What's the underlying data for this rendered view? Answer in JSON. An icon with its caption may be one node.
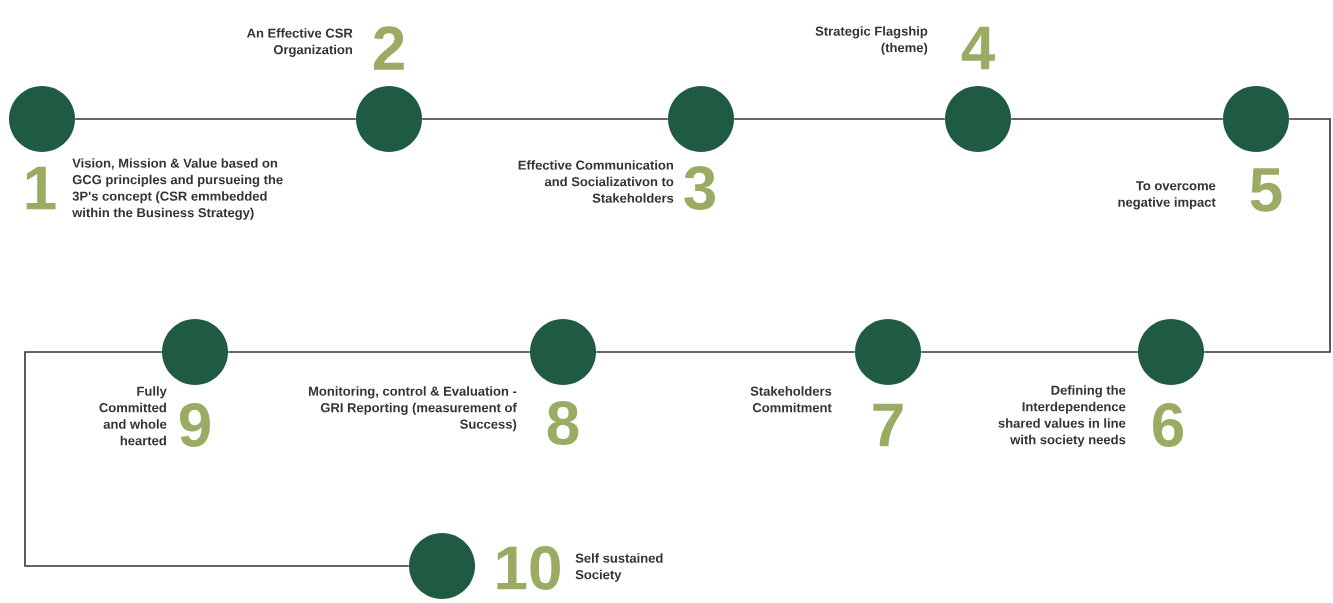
{
  "diagram": {
    "nodes": [
      {
        "text": [],
        "shape": "circle",
        "beside": [
          "1",
          "Vision, Mission & Value based on GCG principles and pursueing the 3P's concept (CSR emmbedded within the Business Strategy)"
        ]
      },
      {
        "text": [],
        "shape": "circle",
        "beside": [
          "2",
          "An Effective CSR Organization"
        ]
      },
      {
        "text": [],
        "shape": "circle",
        "beside": [
          "3",
          "Effective Communication and Socializativon to Stakeholders"
        ]
      },
      {
        "text": [],
        "shape": "circle",
        "beside": [
          "4",
          "Strategic Flagship (theme)"
        ]
      },
      {
        "text": [],
        "shape": "circle",
        "beside": [
          "5",
          "To overcome negative impact"
        ]
      },
      {
        "text": [],
        "shape": "circle",
        "beside": [
          "6",
          "Defining the Interdependence shared values in line with society needs"
        ]
      },
      {
        "text": [],
        "shape": "circle",
        "beside": [
          "7",
          "Stakeholders Commitment"
        ]
      },
      {
        "text": [],
        "shape": "circle",
        "beside": [
          "8",
          "Monitoring, control & Evaluation - GRI Reporting (measurement of Success)"
        ]
      },
      {
        "text": [],
        "shape": "circle",
        "beside": [
          "9",
          "Fully Committed and whole hearted"
        ]
      },
      {
        "text": [],
        "shape": "circle",
        "beside": [
          "10",
          "Self sustained Society"
        ]
      }
    ],
    "edges": [
      {
        "from": 0,
        "to": 1,
        "arrow": "none"
      },
      {
        "from": 1,
        "to": 2,
        "arrow": "none"
      },
      {
        "from": 2,
        "to": 3,
        "arrow": "none"
      },
      {
        "from": 3,
        "to": 4,
        "arrow": "none"
      },
      {
        "from": 4,
        "to": 5,
        "arrow": "none"
      },
      {
        "from": 5,
        "to": 6,
        "arrow": "none"
      },
      {
        "from": 6,
        "to": 7,
        "arrow": "none"
      },
      {
        "from": 7,
        "to": 8,
        "arrow": "none"
      },
      {
        "from": 8,
        "to": 9,
        "arrow": "none"
      }
    ]
  }
}
